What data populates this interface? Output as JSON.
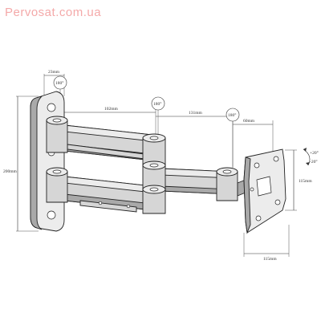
{
  "watermark": "Pervosat.com.ua",
  "dimensions": {
    "wall_plate_width": "23mm",
    "wall_plate_height": "200mm",
    "arm1_length": "102mm",
    "arm2_length": "131mm",
    "arm3_length": "60mm",
    "plate_height": "115mm",
    "plate_width": "115mm"
  },
  "rotation": {
    "joint1": "180°",
    "joint2": "180°",
    "joint3": "180°",
    "tilt_up": "+20°",
    "tilt_down": "-20°"
  },
  "colors": {
    "watermark": "#f4a9a9",
    "metal": "#d6d6d6",
    "outline": "#222222"
  }
}
